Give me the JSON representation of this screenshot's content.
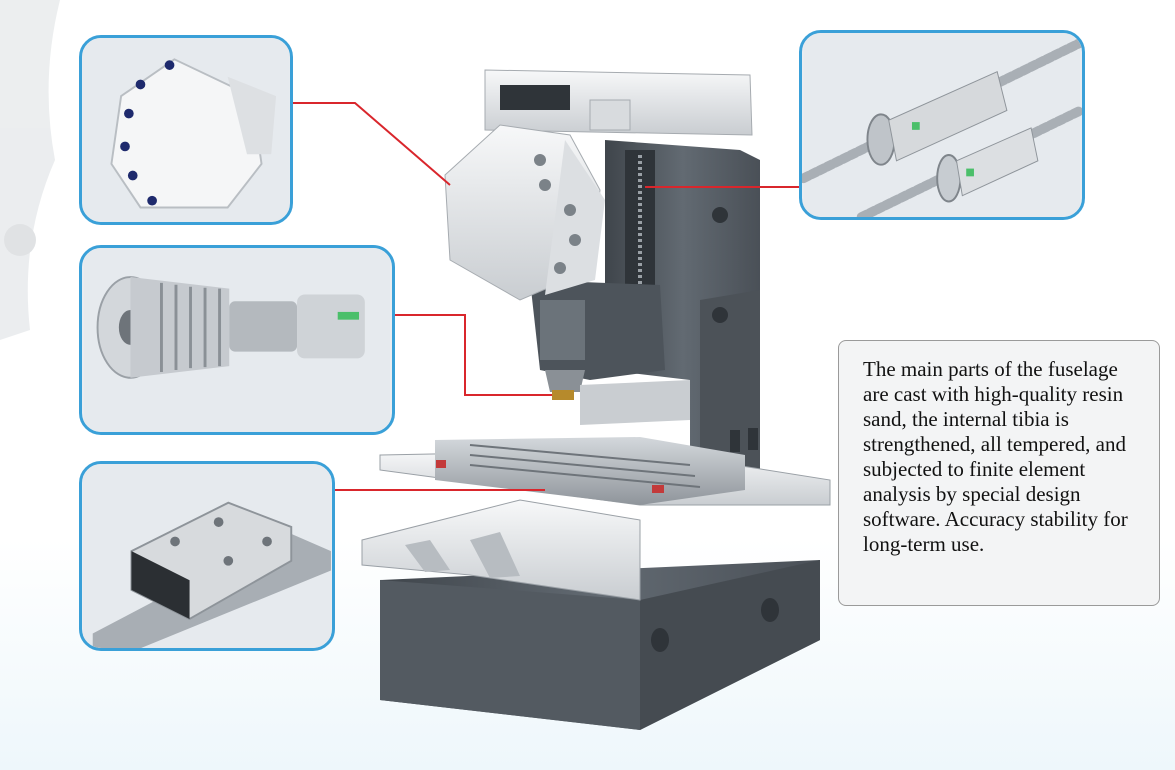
{
  "description": "The main parts of the fuselage are cast with high-quality resin sand, the internal tibia is strengthened, all tempered, and subjected to finite element analysis by special design software. Accuracy stability for long-term use.",
  "colors": {
    "callout_border": "#3aa0d8",
    "leader_line": "#d9262c",
    "machine_body": "#5a6168",
    "machine_light": "#eef0f2",
    "box_border": "#9a9a9a",
    "box_fill": "#f3f4f5"
  },
  "callouts": [
    {
      "id": "toolchanger",
      "depicts": "tool-magazine-icon"
    },
    {
      "id": "spindle",
      "depicts": "spindle-icon"
    },
    {
      "id": "linear-guide",
      "depicts": "linear-guide-icon"
    },
    {
      "id": "ballscrew",
      "depicts": "ball-screw-icon"
    }
  ]
}
